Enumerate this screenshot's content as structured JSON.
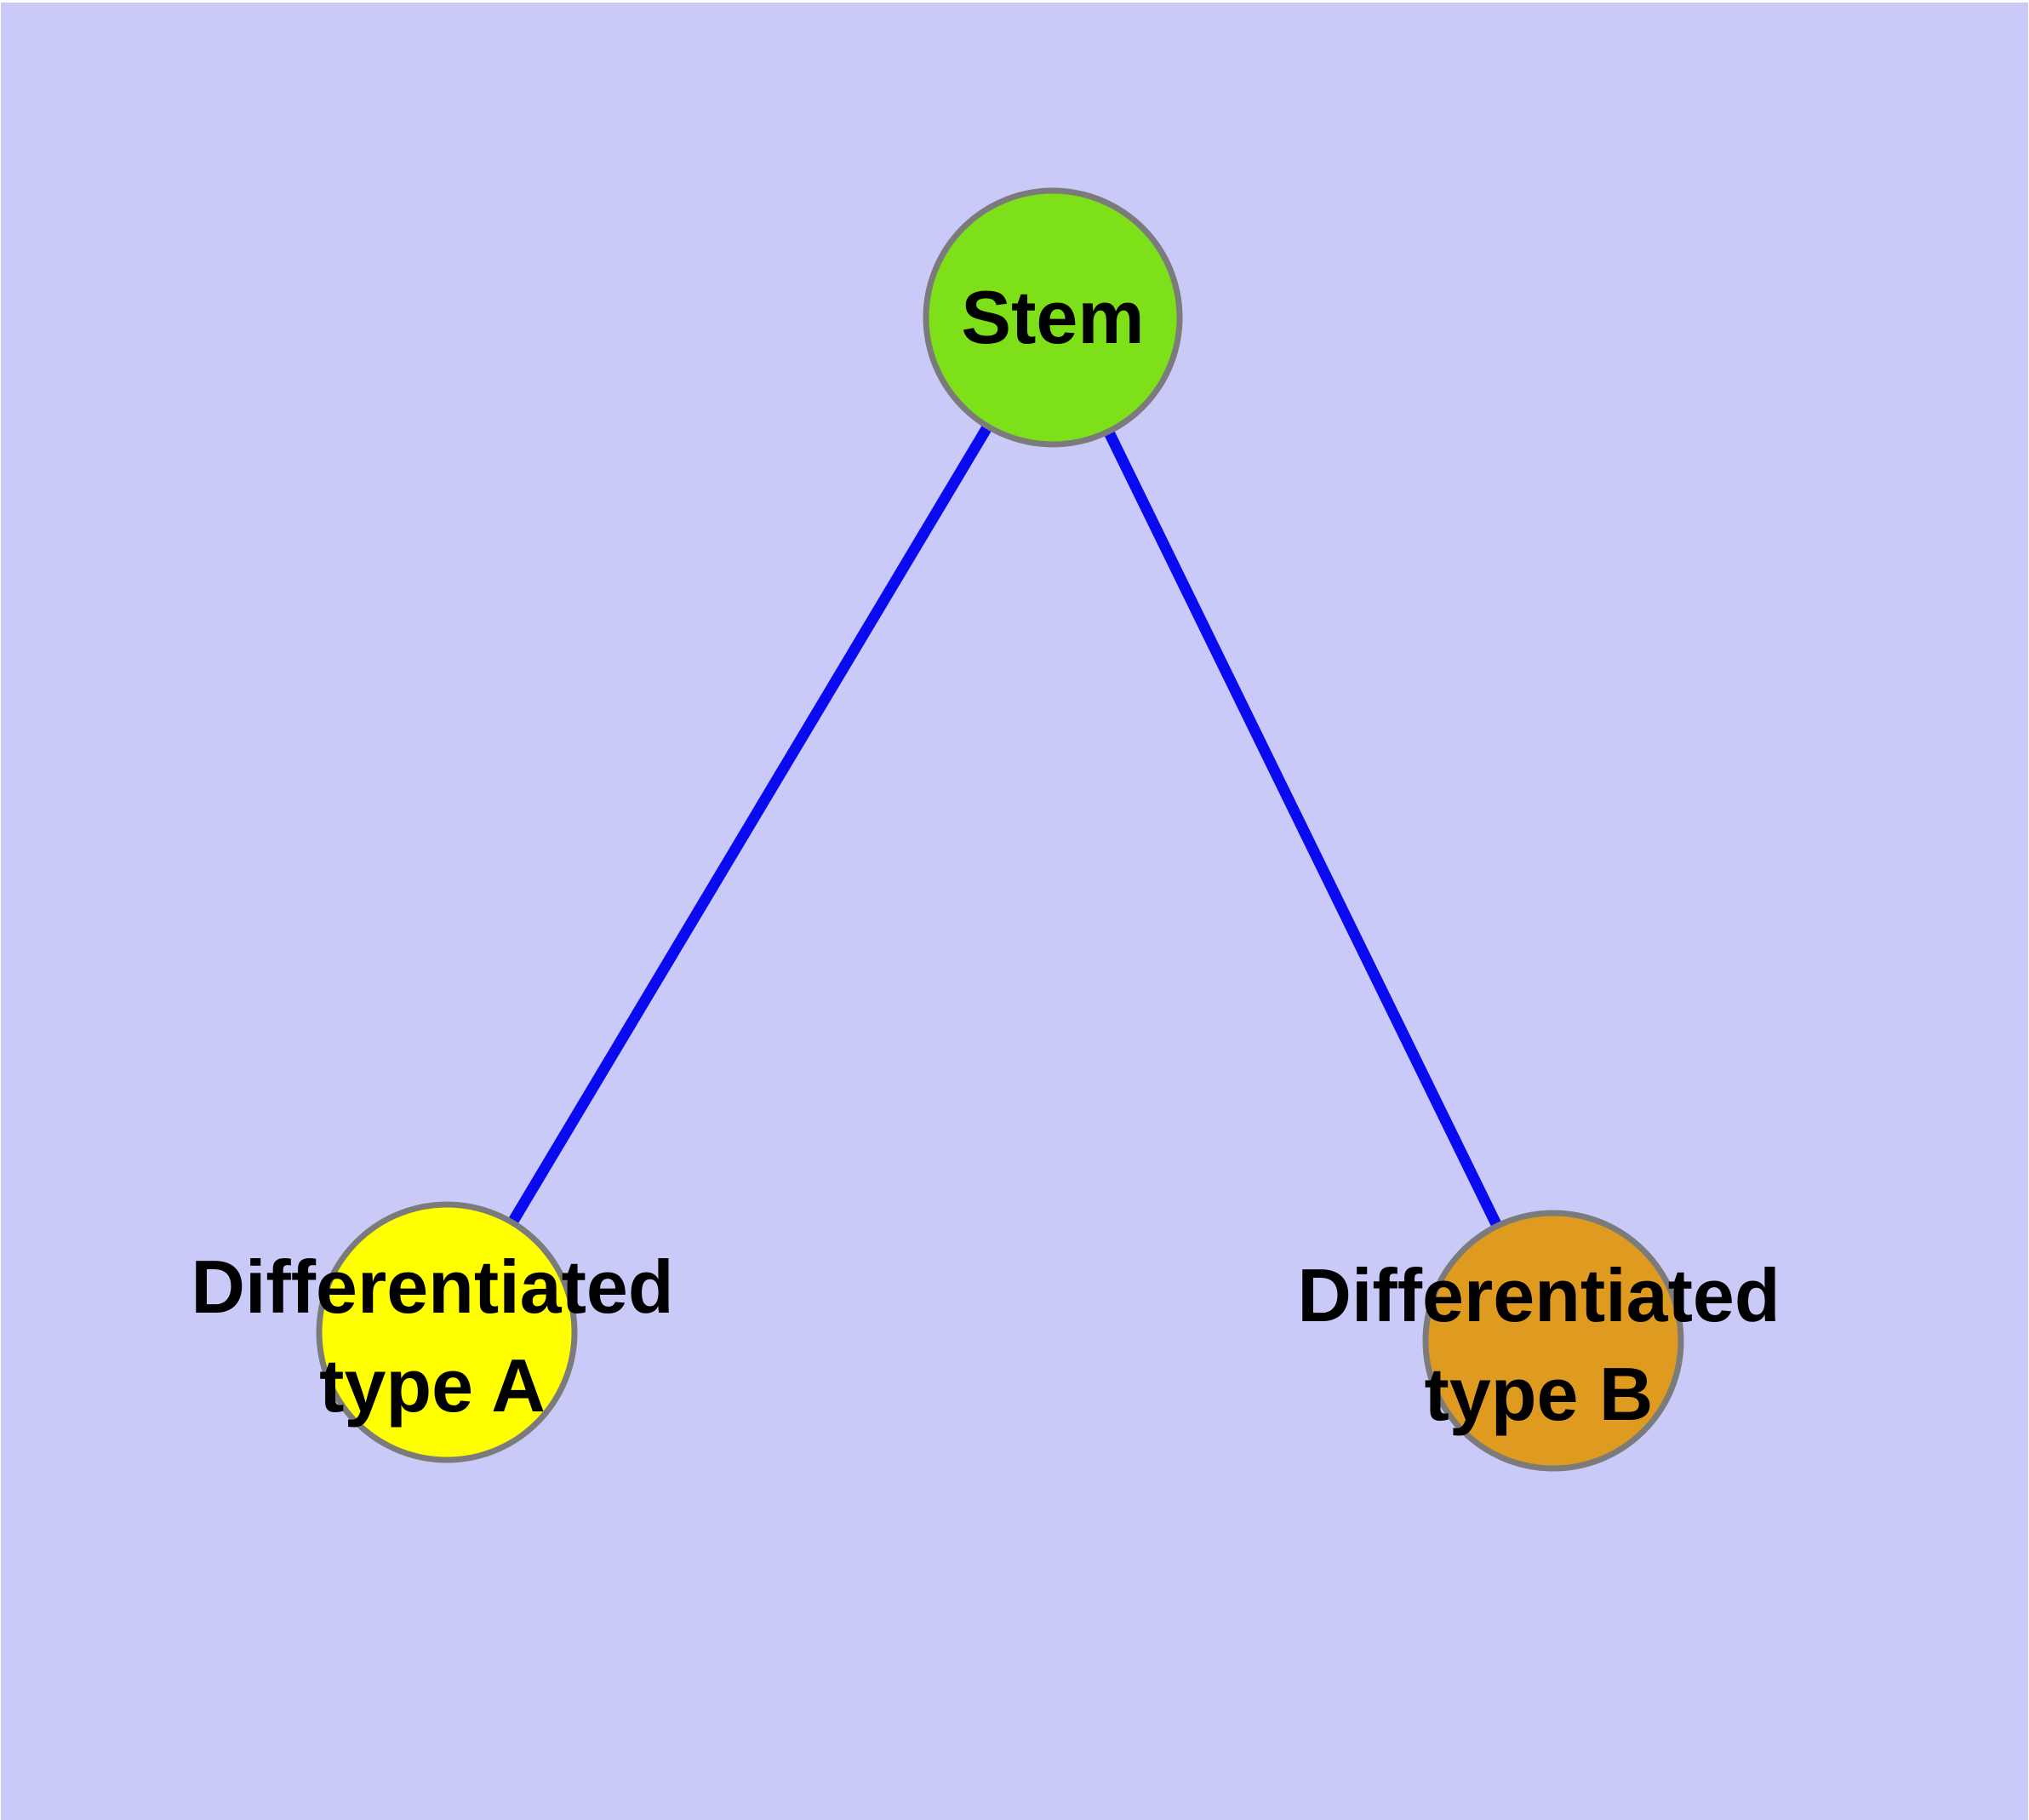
{
  "diagram": {
    "type": "node-link-graph",
    "background_color": "#cacaf8",
    "top_margin_color": "#ffffff",
    "edge_color": "#0a0af0",
    "node_border_color": "#7b7b7b",
    "label_color": "#000000",
    "nodes": [
      {
        "id": "stem",
        "label": "Stem",
        "fill": "#7de019"
      },
      {
        "id": "differentiated-type-a",
        "label_line1": "Differentiated",
        "label_line2": "type A",
        "fill": "#ffff00"
      },
      {
        "id": "differentiated-type-b",
        "label_line1": "Differentiated",
        "label_line2": "type B",
        "fill": "#df9b20"
      }
    ],
    "edges": [
      {
        "from": "Stem",
        "to": "Differentiated type A"
      },
      {
        "from": "Stem",
        "to": "Differentiated type B"
      }
    ]
  }
}
